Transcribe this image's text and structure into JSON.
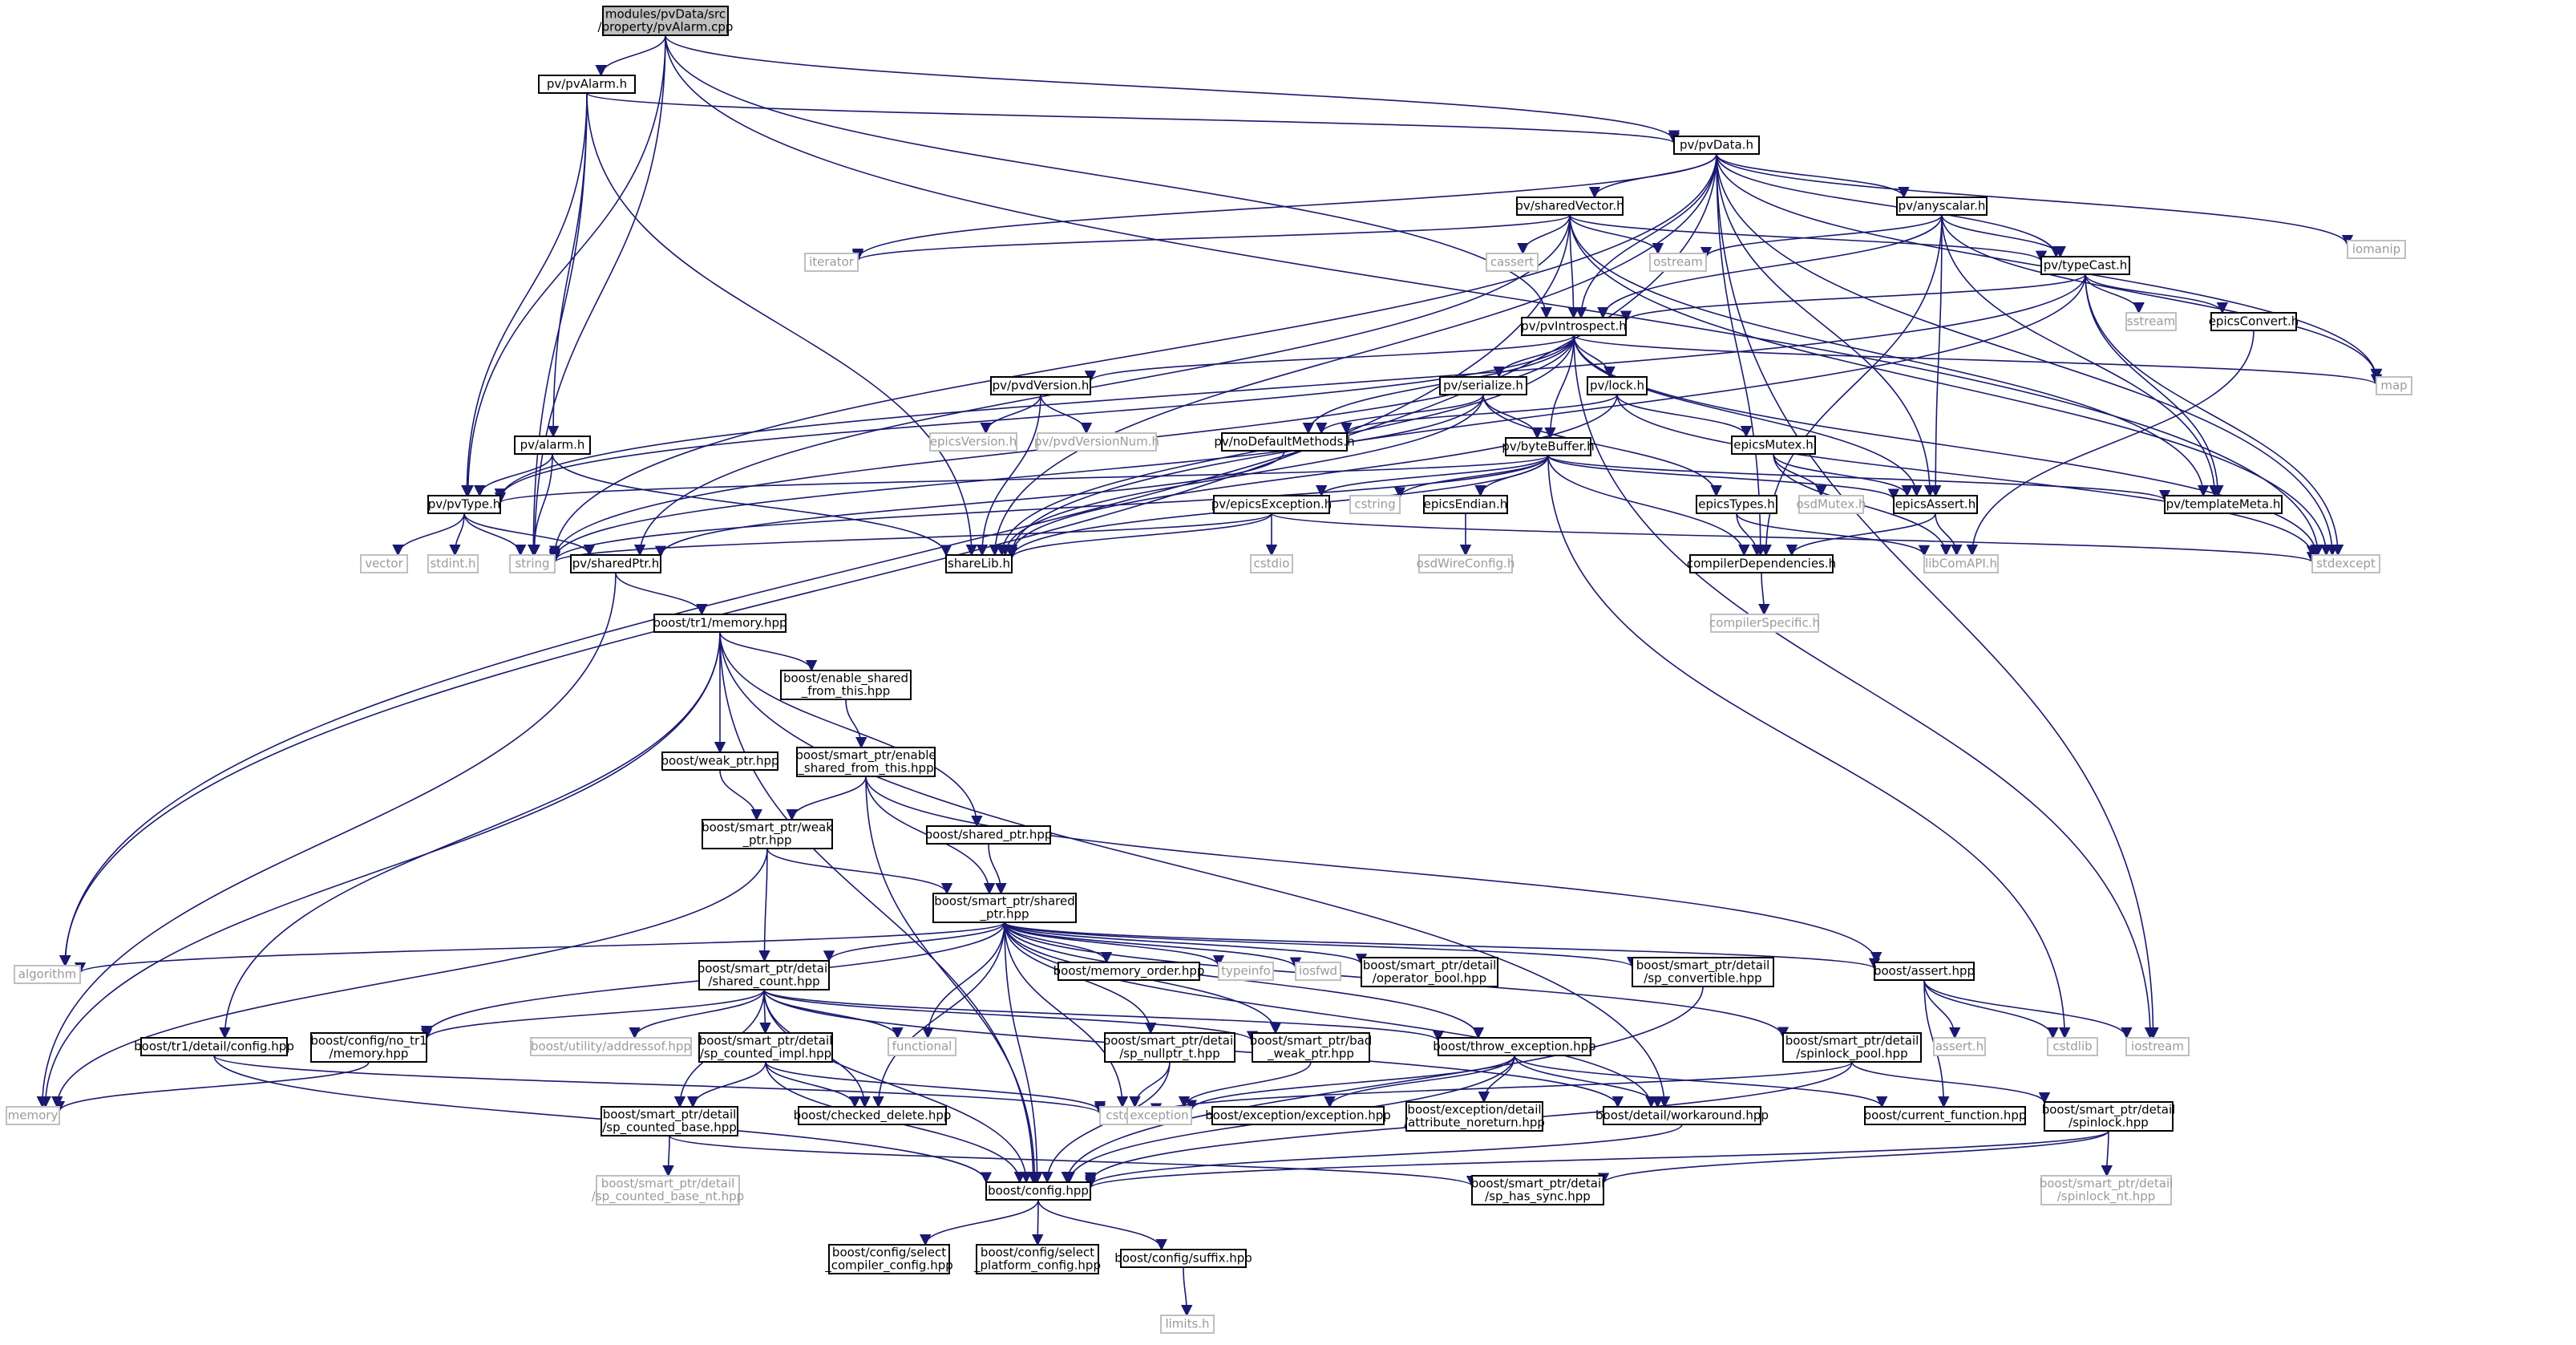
{
  "nodes": [
    {
      "id": "root",
      "lines": [
        "modules/pvData/src",
        "/property/pvAlarm.cpp"
      ],
      "kind": "root"
    },
    {
      "id": "pvAlarmH",
      "lines": [
        "pv/pvAlarm.h"
      ],
      "kind": "normal"
    },
    {
      "id": "pvDataH",
      "lines": [
        "pv/pvData.h"
      ],
      "kind": "normal"
    },
    {
      "id": "iomanip",
      "lines": [
        "iomanip"
      ],
      "kind": "gray"
    },
    {
      "id": "sharedVector",
      "lines": [
        "pv/sharedVector.h"
      ],
      "kind": "normal"
    },
    {
      "id": "anyscalar",
      "lines": [
        "pv/anyscalar.h"
      ],
      "kind": "normal"
    },
    {
      "id": "iterator",
      "lines": [
        "iterator"
      ],
      "kind": "gray"
    },
    {
      "id": "cassert",
      "lines": [
        "cassert"
      ],
      "kind": "gray"
    },
    {
      "id": "ostream",
      "lines": [
        "ostream"
      ],
      "kind": "gray"
    },
    {
      "id": "typeCast",
      "lines": [
        "pv/typeCast.h"
      ],
      "kind": "normal"
    },
    {
      "id": "pvIntrospect",
      "lines": [
        "pv/pvIntrospect.h"
      ],
      "kind": "normal"
    },
    {
      "id": "sstream",
      "lines": [
        "sstream"
      ],
      "kind": "gray"
    },
    {
      "id": "epicsConvert",
      "lines": [
        "epicsConvert.h"
      ],
      "kind": "normal"
    },
    {
      "id": "map",
      "lines": [
        "map"
      ],
      "kind": "gray"
    },
    {
      "id": "pvdVersion",
      "lines": [
        "pv/pvdVersion.h"
      ],
      "kind": "normal"
    },
    {
      "id": "serialize",
      "lines": [
        "pv/serialize.h"
      ],
      "kind": "normal"
    },
    {
      "id": "lock",
      "lines": [
        "pv/lock.h"
      ],
      "kind": "normal"
    },
    {
      "id": "epicsVersion",
      "lines": [
        "epicsVersion.h"
      ],
      "kind": "gray"
    },
    {
      "id": "pvdVersionNum",
      "lines": [
        "pv/pvdVersionNum.h"
      ],
      "kind": "gray"
    },
    {
      "id": "noDefault",
      "lines": [
        "pv/noDefaultMethods.h"
      ],
      "kind": "normal"
    },
    {
      "id": "epicsMutex",
      "lines": [
        "epicsMutex.h"
      ],
      "kind": "normal"
    },
    {
      "id": "alarmH",
      "lines": [
        "pv/alarm.h"
      ],
      "kind": "normal"
    },
    {
      "id": "byteBuffer",
      "lines": [
        "pv/byteBuffer.h"
      ],
      "kind": "normal"
    },
    {
      "id": "pvType",
      "lines": [
        "pv/pvType.h"
      ],
      "kind": "normal"
    },
    {
      "id": "epicsException",
      "lines": [
        "pv/epicsException.h"
      ],
      "kind": "normal"
    },
    {
      "id": "cstring",
      "lines": [
        "cstring"
      ],
      "kind": "gray"
    },
    {
      "id": "epicsEndian",
      "lines": [
        "epicsEndian.h"
      ],
      "kind": "normal"
    },
    {
      "id": "epicsTypes",
      "lines": [
        "epicsTypes.h"
      ],
      "kind": "normal"
    },
    {
      "id": "osdMutex",
      "lines": [
        "osdMutex.h"
      ],
      "kind": "gray"
    },
    {
      "id": "epicsAssert",
      "lines": [
        "epicsAssert.h"
      ],
      "kind": "normal"
    },
    {
      "id": "templateMeta",
      "lines": [
        "pv/templateMeta.h"
      ],
      "kind": "normal"
    },
    {
      "id": "vector",
      "lines": [
        "vector"
      ],
      "kind": "gray"
    },
    {
      "id": "stdint",
      "lines": [
        "stdint.h"
      ],
      "kind": "gray"
    },
    {
      "id": "string",
      "lines": [
        "string"
      ],
      "kind": "gray"
    },
    {
      "id": "sharedPtr",
      "lines": [
        "pv/sharedPtr.h"
      ],
      "kind": "normal"
    },
    {
      "id": "shareLib",
      "lines": [
        "shareLib.h"
      ],
      "kind": "normal"
    },
    {
      "id": "cstdio",
      "lines": [
        "cstdio"
      ],
      "kind": "gray"
    },
    {
      "id": "osdWireConfig",
      "lines": [
        "osdWireConfig.h"
      ],
      "kind": "gray"
    },
    {
      "id": "compilerDeps",
      "lines": [
        "compilerDependencies.h"
      ],
      "kind": "normal"
    },
    {
      "id": "libComAPI",
      "lines": [
        "libComAPI.h"
      ],
      "kind": "gray"
    },
    {
      "id": "stdexcept",
      "lines": [
        "stdexcept"
      ],
      "kind": "gray"
    },
    {
      "id": "compilerSpecific",
      "lines": [
        "compilerSpecific.h"
      ],
      "kind": "gray"
    },
    {
      "id": "tr1memory",
      "lines": [
        "boost/tr1/memory.hpp"
      ],
      "kind": "normal"
    },
    {
      "id": "enableShared",
      "lines": [
        "boost/enable_shared",
        "_from_this.hpp"
      ],
      "kind": "normal"
    },
    {
      "id": "weakPtr",
      "lines": [
        "boost/weak_ptr.hpp"
      ],
      "kind": "normal"
    },
    {
      "id": "spEnableShared",
      "lines": [
        "boost/smart_ptr/enable",
        "_shared_from_this.hpp"
      ],
      "kind": "normal"
    },
    {
      "id": "sharedPtrHpp",
      "lines": [
        "boost/shared_ptr.hpp"
      ],
      "kind": "normal"
    },
    {
      "id": "spWeakPtr",
      "lines": [
        "boost/smart_ptr/weak",
        "_ptr.hpp"
      ],
      "kind": "normal"
    },
    {
      "id": "spSharedPtr",
      "lines": [
        "boost/smart_ptr/shared",
        "_ptr.hpp"
      ],
      "kind": "normal"
    },
    {
      "id": "algorithm",
      "lines": [
        "algorithm"
      ],
      "kind": "gray"
    },
    {
      "id": "memoryOrder",
      "lines": [
        "boost/memory_order.hpp"
      ],
      "kind": "normal"
    },
    {
      "id": "typeinfo",
      "lines": [
        "typeinfo"
      ],
      "kind": "gray"
    },
    {
      "id": "iosfwd",
      "lines": [
        "iosfwd"
      ],
      "kind": "gray"
    },
    {
      "id": "operatorBool",
      "lines": [
        "boost/smart_ptr/detail",
        "/operator_bool.hpp"
      ],
      "kind": "normal"
    },
    {
      "id": "spConvertible",
      "lines": [
        "boost/smart_ptr/detail",
        "/sp_convertible.hpp"
      ],
      "kind": "normal"
    },
    {
      "id": "assertHpp",
      "lines": [
        "boost/assert.hpp"
      ],
      "kind": "normal"
    },
    {
      "id": "sharedCount",
      "lines": [
        "boost/smart_ptr/detail",
        "/shared_count.hpp"
      ],
      "kind": "normal"
    },
    {
      "id": "tr1Config",
      "lines": [
        "boost/tr1/detail/config.hpp"
      ],
      "kind": "normal"
    },
    {
      "id": "noTr1Memory",
      "lines": [
        "boost/config/no_tr1",
        "/memory.hpp"
      ],
      "kind": "normal"
    },
    {
      "id": "addressof",
      "lines": [
        "boost/utility/addressof.hpp"
      ],
      "kind": "gray"
    },
    {
      "id": "functional",
      "lines": [
        "functional"
      ],
      "kind": "gray"
    },
    {
      "id": "spNullptr",
      "lines": [
        "boost/smart_ptr/detail",
        "/sp_nullptr_t.hpp"
      ],
      "kind": "normal"
    },
    {
      "id": "badWeakPtr",
      "lines": [
        "boost/smart_ptr/bad",
        "_weak_ptr.hpp"
      ],
      "kind": "normal"
    },
    {
      "id": "throwException",
      "lines": [
        "boost/throw_exception.hpp"
      ],
      "kind": "normal"
    },
    {
      "id": "spinlockPool",
      "lines": [
        "boost/smart_ptr/detail",
        "/spinlock_pool.hpp"
      ],
      "kind": "normal"
    },
    {
      "id": "assertH",
      "lines": [
        "assert.h"
      ],
      "kind": "gray"
    },
    {
      "id": "cstdlib",
      "lines": [
        "cstdlib"
      ],
      "kind": "gray"
    },
    {
      "id": "iostream",
      "lines": [
        "iostream"
      ],
      "kind": "gray"
    },
    {
      "id": "memory",
      "lines": [
        "memory"
      ],
      "kind": "gray"
    },
    {
      "id": "spCountedImpl",
      "lines": [
        "boost/smart_ptr/detail",
        "/sp_counted_impl.hpp"
      ],
      "kind": "normal"
    },
    {
      "id": "cstddef",
      "lines": [
        "cstddef"
      ],
      "kind": "gray"
    },
    {
      "id": "exception",
      "lines": [
        "exception"
      ],
      "kind": "gray"
    },
    {
      "id": "excException",
      "lines": [
        "boost/exception/exception.hpp"
      ],
      "kind": "normal"
    },
    {
      "id": "attrNoreturn",
      "lines": [
        "boost/exception/detail",
        "/attribute_noreturn.hpp"
      ],
      "kind": "normal"
    },
    {
      "id": "workaround",
      "lines": [
        "boost/detail/workaround.hpp"
      ],
      "kind": "normal"
    },
    {
      "id": "currentFunction",
      "lines": [
        "boost/current_function.hpp"
      ],
      "kind": "normal"
    },
    {
      "id": "spinlock",
      "lines": [
        "boost/smart_ptr/detail",
        "/spinlock.hpp"
      ],
      "kind": "normal"
    },
    {
      "id": "spCountedBase",
      "lines": [
        "boost/smart_ptr/detail",
        "/sp_counted_base.hpp"
      ],
      "kind": "normal"
    },
    {
      "id": "checkedDelete",
      "lines": [
        "boost/checked_delete.hpp"
      ],
      "kind": "normal"
    },
    {
      "id": "configHpp",
      "lines": [
        "boost/config.hpp"
      ],
      "kind": "normal"
    },
    {
      "id": "spHasSync",
      "lines": [
        "boost/smart_ptr/detail",
        "/sp_has_sync.hpp"
      ],
      "kind": "normal"
    },
    {
      "id": "spinlockNt",
      "lines": [
        "boost/smart_ptr/detail",
        "/spinlock_nt.hpp"
      ],
      "kind": "gray"
    },
    {
      "id": "spCountedBaseNt",
      "lines": [
        "boost/smart_ptr/detail",
        "/sp_counted_base_nt.hpp"
      ],
      "kind": "gray"
    },
    {
      "id": "selectCompiler",
      "lines": [
        "boost/config/select",
        "_compiler_config.hpp"
      ],
      "kind": "normal"
    },
    {
      "id": "selectPlatform",
      "lines": [
        "boost/config/select",
        "_platform_config.hpp"
      ],
      "kind": "normal"
    },
    {
      "id": "suffix",
      "lines": [
        "boost/config/suffix.hpp"
      ],
      "kind": "normal"
    },
    {
      "id": "limits",
      "lines": [
        "limits.h"
      ],
      "kind": "gray"
    }
  ],
  "edges": [
    [
      "root",
      "pvAlarmH"
    ],
    [
      "root",
      "pvDataH"
    ],
    [
      "root",
      "pvIntrospect"
    ],
    [
      "root",
      "pvType"
    ],
    [
      "root",
      "string"
    ],
    [
      "root",
      "stdexcept"
    ],
    [
      "pvAlarmH",
      "pvDataH"
    ],
    [
      "pvAlarmH",
      "alarmH"
    ],
    [
      "pvAlarmH",
      "pvType"
    ],
    [
      "pvAlarmH",
      "string"
    ],
    [
      "pvAlarmH",
      "shareLib"
    ],
    [
      "pvDataH",
      "iomanip"
    ],
    [
      "pvDataH",
      "sharedVector"
    ],
    [
      "pvDataH",
      "anyscalar"
    ],
    [
      "pvDataH",
      "iterator"
    ],
    [
      "pvDataH",
      "typeCast"
    ],
    [
      "pvDataH",
      "pvIntrospect"
    ],
    [
      "pvDataH",
      "map"
    ],
    [
      "pvDataH",
      "stdexcept"
    ],
    [
      "pvDataH",
      "iostream"
    ],
    [
      "pvDataH",
      "algorithm"
    ],
    [
      "pvDataH",
      "string"
    ],
    [
      "pvDataH",
      "shareLib"
    ],
    [
      "pvDataH",
      "epicsAssert"
    ],
    [
      "pvDataH",
      "compilerDeps"
    ],
    [
      "sharedVector",
      "iterator"
    ],
    [
      "sharedVector",
      "cassert"
    ],
    [
      "sharedVector",
      "ostream"
    ],
    [
      "sharedVector",
      "typeCast"
    ],
    [
      "sharedVector",
      "pvIntrospect"
    ],
    [
      "sharedVector",
      "sharedPtr"
    ],
    [
      "sharedVector",
      "templateMeta"
    ],
    [
      "sharedVector",
      "stdexcept"
    ],
    [
      "sharedVector",
      "algorithm"
    ],
    [
      "anyscalar",
      "ostream"
    ],
    [
      "anyscalar",
      "typeCast"
    ],
    [
      "anyscalar",
      "pvIntrospect"
    ],
    [
      "anyscalar",
      "map"
    ],
    [
      "anyscalar",
      "epicsAssert"
    ],
    [
      "anyscalar",
      "templateMeta"
    ],
    [
      "anyscalar",
      "compilerDeps"
    ],
    [
      "typeCast",
      "pvIntrospect"
    ],
    [
      "typeCast",
      "sstream"
    ],
    [
      "typeCast",
      "epicsConvert"
    ],
    [
      "typeCast",
      "stdexcept"
    ],
    [
      "typeCast",
      "templateMeta"
    ],
    [
      "typeCast",
      "pvType"
    ],
    [
      "typeCast",
      "shareLib"
    ],
    [
      "epicsConvert",
      "libComAPI"
    ],
    [
      "pvIntrospect",
      "map"
    ],
    [
      "pvIntrospect",
      "pvdVersion"
    ],
    [
      "pvIntrospect",
      "serialize"
    ],
    [
      "pvIntrospect",
      "lock"
    ],
    [
      "pvIntrospect",
      "noDefault"
    ],
    [
      "pvIntrospect",
      "byteBuffer"
    ],
    [
      "pvIntrospect",
      "pvType"
    ],
    [
      "pvIntrospect",
      "string"
    ],
    [
      "pvIntrospect",
      "shareLib"
    ],
    [
      "pvIntrospect",
      "iostream"
    ],
    [
      "pvIntrospect",
      "stdexcept"
    ],
    [
      "pvIntrospect",
      "epicsAssert"
    ],
    [
      "pvdVersion",
      "epicsVersion"
    ],
    [
      "pvdVersion",
      "pvdVersionNum"
    ],
    [
      "pvdVersion",
      "shareLib"
    ],
    [
      "serialize",
      "byteBuffer"
    ],
    [
      "serialize",
      "epicsTypes"
    ],
    [
      "serialize",
      "noDefault"
    ],
    [
      "serialize",
      "string"
    ],
    [
      "serialize",
      "shareLib"
    ],
    [
      "lock",
      "epicsMutex"
    ],
    [
      "lock",
      "noDefault"
    ],
    [
      "lock",
      "stdexcept"
    ],
    [
      "lock",
      "shareLib"
    ],
    [
      "noDefault",
      "sharedPtr"
    ],
    [
      "epicsMutex",
      "osdMutex"
    ],
    [
      "epicsMutex",
      "epicsAssert"
    ],
    [
      "epicsMutex",
      "libComAPI"
    ],
    [
      "alarmH",
      "pvType"
    ],
    [
      "alarmH",
      "string"
    ],
    [
      "alarmH",
      "shareLib"
    ],
    [
      "byteBuffer",
      "pvType"
    ],
    [
      "byteBuffer",
      "epicsException"
    ],
    [
      "byteBuffer",
      "cstring"
    ],
    [
      "byteBuffer",
      "epicsEndian"
    ],
    [
      "byteBuffer",
      "epicsAssert"
    ],
    [
      "byteBuffer",
      "templateMeta"
    ],
    [
      "byteBuffer",
      "compilerDeps"
    ],
    [
      "byteBuffer",
      "shareLib"
    ],
    [
      "byteBuffer",
      "string"
    ],
    [
      "byteBuffer",
      "cstdlib"
    ],
    [
      "pvType",
      "vector"
    ],
    [
      "pvType",
      "stdint"
    ],
    [
      "pvType",
      "string"
    ],
    [
      "pvType",
      "sharedPtr"
    ],
    [
      "epicsException",
      "stdexcept"
    ],
    [
      "epicsException",
      "string"
    ],
    [
      "epicsException",
      "cstdio"
    ],
    [
      "epicsException",
      "shareLib"
    ],
    [
      "epicsEndian",
      "osdWireConfig"
    ],
    [
      "epicsTypes",
      "compilerDeps"
    ],
    [
      "epicsTypes",
      "libComAPI"
    ],
    [
      "epicsAssert",
      "compilerDeps"
    ],
    [
      "epicsAssert",
      "libComAPI"
    ],
    [
      "compilerDeps",
      "compilerSpecific"
    ],
    [
      "sharedPtr",
      "tr1memory"
    ],
    [
      "sharedPtr",
      "memory"
    ],
    [
      "tr1memory",
      "enableShared"
    ],
    [
      "tr1memory",
      "weakPtr"
    ],
    [
      "tr1memory",
      "sharedPtrHpp"
    ],
    [
      "tr1memory",
      "tr1Config"
    ],
    [
      "tr1memory",
      "workaround"
    ],
    [
      "tr1memory",
      "configHpp"
    ],
    [
      "tr1memory",
      "memory"
    ],
    [
      "enableShared",
      "spEnableShared"
    ],
    [
      "weakPtr",
      "spWeakPtr"
    ],
    [
      "spEnableShared",
      "spWeakPtr"
    ],
    [
      "spEnableShared",
      "spSharedPtr"
    ],
    [
      "spEnableShared",
      "assertHpp"
    ],
    [
      "spEnableShared",
      "configHpp"
    ],
    [
      "sharedPtrHpp",
      "spSharedPtr"
    ],
    [
      "spWeakPtr",
      "spSharedPtr"
    ],
    [
      "spWeakPtr",
      "sharedCount"
    ],
    [
      "spWeakPtr",
      "memory"
    ],
    [
      "spSharedPtr",
      "algorithm"
    ],
    [
      "spSharedPtr",
      "memoryOrder"
    ],
    [
      "spSharedPtr",
      "typeinfo"
    ],
    [
      "spSharedPtr",
      "iosfwd"
    ],
    [
      "spSharedPtr",
      "operatorBool"
    ],
    [
      "spSharedPtr",
      "spConvertible"
    ],
    [
      "spSharedPtr",
      "assertHpp"
    ],
    [
      "spSharedPtr",
      "sharedCount"
    ],
    [
      "spSharedPtr",
      "noTr1Memory"
    ],
    [
      "spSharedPtr",
      "functional"
    ],
    [
      "spSharedPtr",
      "spNullptr"
    ],
    [
      "spSharedPtr",
      "badWeakPtr"
    ],
    [
      "spSharedPtr",
      "throwException"
    ],
    [
      "spSharedPtr",
      "spinlockPool"
    ],
    [
      "spSharedPtr",
      "checkedDelete"
    ],
    [
      "spSharedPtr",
      "cstddef"
    ],
    [
      "spSharedPtr",
      "configHpp"
    ],
    [
      "spSharedPtr",
      "workaround"
    ],
    [
      "spConvertible",
      "configHpp"
    ],
    [
      "assertHpp",
      "assertH"
    ],
    [
      "assertHpp",
      "cstdlib"
    ],
    [
      "assertHpp",
      "iostream"
    ],
    [
      "assertHpp",
      "currentFunction"
    ],
    [
      "sharedCount",
      "noTr1Memory"
    ],
    [
      "sharedCount",
      "addressof"
    ],
    [
      "sharedCount",
      "functional"
    ],
    [
      "sharedCount",
      "spCountedImpl"
    ],
    [
      "sharedCount",
      "badWeakPtr"
    ],
    [
      "sharedCount",
      "throwException"
    ],
    [
      "sharedCount",
      "spCountedBase"
    ],
    [
      "sharedCount",
      "checkedDelete"
    ],
    [
      "sharedCount",
      "configHpp"
    ],
    [
      "sharedCount",
      "workaround"
    ],
    [
      "tr1Config",
      "cstddef"
    ],
    [
      "tr1Config",
      "configHpp"
    ],
    [
      "noTr1Memory",
      "memory"
    ],
    [
      "spNullptr",
      "cstddef"
    ],
    [
      "spNullptr",
      "configHpp"
    ],
    [
      "badWeakPtr",
      "exception"
    ],
    [
      "throwException",
      "exception"
    ],
    [
      "throwException",
      "excException"
    ],
    [
      "throwException",
      "attrNoreturn"
    ],
    [
      "throwException",
      "workaround"
    ],
    [
      "throwException",
      "currentFunction"
    ],
    [
      "throwException",
      "configHpp"
    ],
    [
      "spinlockPool",
      "configHpp"
    ],
    [
      "spinlockPool",
      "spinlock"
    ],
    [
      "spinlockPool",
      "cstddef"
    ],
    [
      "spCountedImpl",
      "spCountedBase"
    ],
    [
      "spCountedImpl",
      "checkedDelete"
    ],
    [
      "spCountedImpl",
      "cstddef"
    ],
    [
      "spCountedImpl",
      "configHpp"
    ],
    [
      "spCountedBase",
      "spCountedBaseNt"
    ],
    [
      "spCountedBase",
      "spHasSync"
    ],
    [
      "workaround",
      "configHpp"
    ],
    [
      "spinlock",
      "spinlockNt"
    ],
    [
      "spinlock",
      "spHasSync"
    ],
    [
      "spinlock",
      "configHpp"
    ],
    [
      "configHpp",
      "selectCompiler"
    ],
    [
      "configHpp",
      "selectPlatform"
    ],
    [
      "configHpp",
      "suffix"
    ],
    [
      "suffix",
      "limits"
    ]
  ]
}
